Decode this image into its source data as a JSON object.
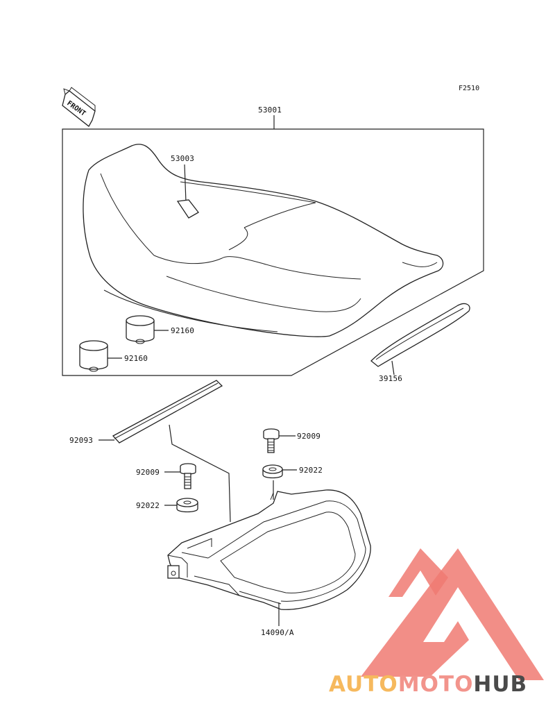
{
  "figure_code": "F2510",
  "front_label": "FRONT",
  "parts": {
    "seat_assembly": "53001",
    "seat_strap": "53003",
    "damper_upper": "92160",
    "damper_lower": "92160",
    "side_trim": "39156",
    "seal_strip": "92093",
    "bolt_right": "92009",
    "washer_right": "92022",
    "bolt_left": "92009",
    "washer_left": "92022",
    "seat_base": "14090/A"
  },
  "watermark": {
    "part1": "AUTO",
    "part2": "MOTO",
    "part3": "HUB",
    "colors": {
      "logo": "#f07a72",
      "auto": "#f6b95e",
      "moto": "#f2948c",
      "hub": "#4a4a4a"
    }
  }
}
